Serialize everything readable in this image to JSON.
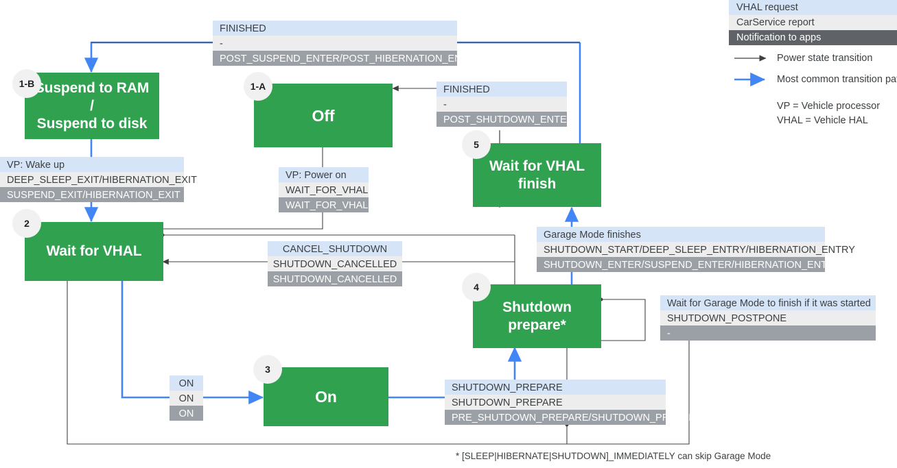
{
  "legend": {
    "swatches": [
      {
        "key": "vhal",
        "label": "VHAL request"
      },
      {
        "key": "car",
        "label": "CarService report"
      },
      {
        "key": "note",
        "label": "Notification to apps"
      }
    ],
    "arrows": [
      {
        "key": "power",
        "label": "Power state transition",
        "color": "#3C4043"
      },
      {
        "key": "common",
        "label": "Most common transition path",
        "color": "#4285F4"
      }
    ],
    "abbreviations": [
      "VP = Vehicle processor",
      "VHAL = Vehicle HAL"
    ]
  },
  "states": [
    {
      "id": "suspend",
      "badge": "1-B",
      "title": "Suspend to RAM\n/\nSuspend to disk"
    },
    {
      "id": "off",
      "badge": "1-A",
      "title": "Off"
    },
    {
      "id": "waitvhal",
      "badge": "2",
      "title": "Wait for VHAL"
    },
    {
      "id": "on",
      "badge": "3",
      "title": "On"
    },
    {
      "id": "prepare",
      "badge": "4",
      "title": "Shutdown\nprepare*"
    },
    {
      "id": "finish",
      "badge": "5",
      "title": "Wait for VHAL\nfinish"
    }
  ],
  "transitions": [
    {
      "id": "post-suspend-enter",
      "vhal": "FINISHED",
      "car": "-",
      "note": "POST_SUSPEND_ENTER/POST_HIBERNATION_ENTER"
    },
    {
      "id": "post-shutdown-enter",
      "vhal": "FINISHED",
      "car": "-",
      "note": "POST_SHUTDOWN_ENTER"
    },
    {
      "id": "wake-up",
      "vhal": "VP: Wake up",
      "car": "DEEP_SLEEP_EXIT/HIBERNATION_EXIT",
      "note": "SUSPEND_EXIT/HIBERNATION_EXIT"
    },
    {
      "id": "power-on",
      "vhal": "VP: Power on",
      "car": "WAIT_FOR_VHAL",
      "note": "WAIT_FOR_VHAL"
    },
    {
      "id": "cancel-shutdown",
      "vhal": "CANCEL_SHUTDOWN",
      "car": "SHUTDOWN_CANCELLED",
      "note": "SHUTDOWN_CANCELLED"
    },
    {
      "id": "garage-mode-finishes",
      "vhal": "Garage Mode finishes",
      "car": "SHUTDOWN_START/DEEP_SLEEP_ENTRY/HIBERNATION_ENTRY",
      "note": "SHUTDOWN_ENTER/SUSPEND_ENTER/HIBERNATION_ENTER"
    },
    {
      "id": "garage-mode-wait",
      "vhal": "Wait for Garage Mode to finish if it was started",
      "car": "SHUTDOWN_POSTPONE",
      "note": "-"
    },
    {
      "id": "shutdown-prepare",
      "vhal": "SHUTDOWN_PREPARE",
      "car": "SHUTDOWN_PREPARE",
      "note": "PRE_SHUTDOWN_PREPARE/SHUTDOWN_PREPARE"
    },
    {
      "id": "on-transition",
      "vhal": "ON",
      "car": "ON",
      "note": "ON"
    }
  ],
  "footnote": "* [SLEEP|HIBERNATE|SHUTDOWN]_IMMEDIATELY can skip Garage Mode",
  "colors": {
    "state_green": "#2FA14F",
    "vhal_blue": "#D6E4F7",
    "car_gray": "#EDEDED",
    "note_gray": "#9AA0A6",
    "legend_note_gray": "#5F6368",
    "common_path": "#4285F4",
    "power_path": "#3C4043"
  }
}
